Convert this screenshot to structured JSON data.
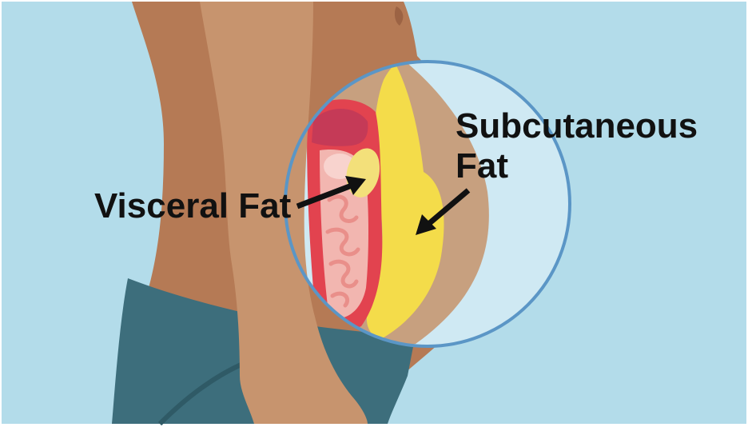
{
  "labels": {
    "visceral": "Visceral Fat",
    "subcutaneous_line1": "Subcutaneous",
    "subcutaneous_line2": "Fat"
  },
  "colors": {
    "background": "#b3dcea",
    "skin_dark": "#b57a55",
    "skin_light": "#c7946e",
    "shorts": "#3d6e7c",
    "magnifier_rim": "#5b96c6",
    "subcutaneous_fat": "#f4dc4a",
    "visceral_fat": "#f3e07a",
    "organ_wall": "#e2434f",
    "organ_dark": "#c53a57",
    "intestine": "#f2b6b0",
    "arrow": "#111111"
  }
}
